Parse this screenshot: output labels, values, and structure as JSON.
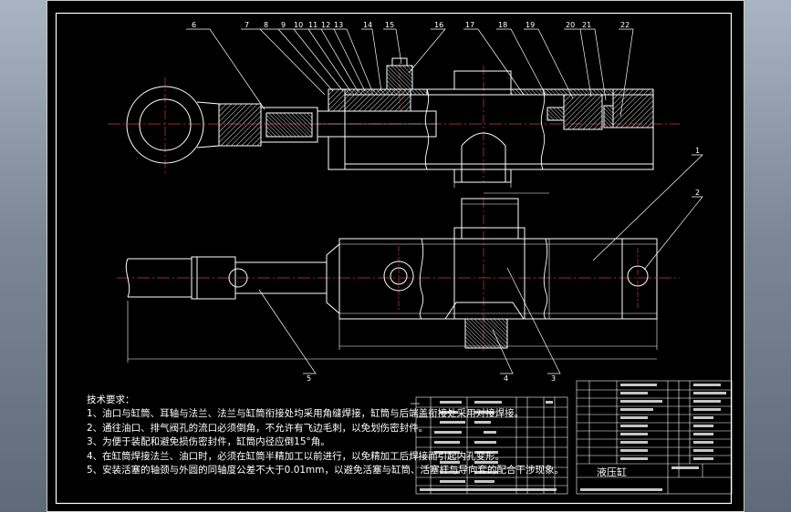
{
  "window": {
    "title": ""
  },
  "balloons": [
    "6",
    "7",
    "8",
    "9",
    "10",
    "11",
    "12",
    "13",
    "14",
    "15",
    "16",
    "17",
    "18",
    "19",
    "20",
    "21",
    "22",
    "1",
    "2",
    "3",
    "4",
    "5"
  ],
  "notes": {
    "heading": "技术要求：",
    "items": [
      "1、油口与缸筒、耳轴与法兰、法兰与缸筒衔接处均采用角缝焊接，缸筒与后端盖衔接处采用对接焊接。",
      "2、通往油口、排气阀孔的流口必须倒角，不允许有飞边毛刺，以免划伤密封件。",
      "3、为便于装配和避免损伤密封件，缸筒内径应倒15°角。",
      "4、在缸筒焊接法兰、油口时，必须在缸筒半精加工以前进行，以免精加工后焊接而引起内孔变形。",
      "5、安装活塞的轴颈与外圆的同轴度公差不大于0.01mm，以避免活塞与缸筒、活塞杆与导向套的配合干涉现象。"
    ]
  },
  "title_block": {
    "name": "液压缸"
  },
  "colors": {
    "line": "#ffffff",
    "centerline": "#d23a3a",
    "hatch": "#e8e8e8",
    "leader": "#ffffff"
  }
}
